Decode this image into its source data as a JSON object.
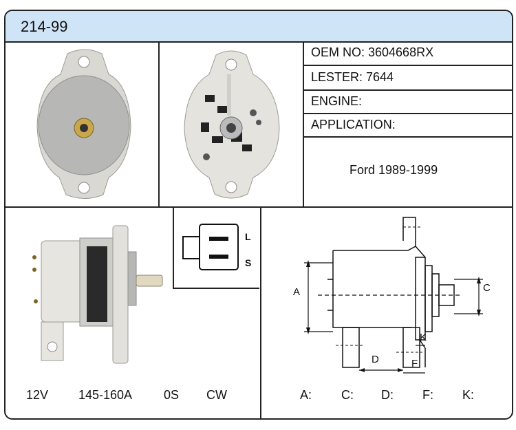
{
  "title": "214-99",
  "specs": {
    "oem": "OEM NO: 3604668RX",
    "lester": "LESTER: 7644",
    "engine": "ENGINE:",
    "application": "APPLICATION:",
    "application_value": "Ford 1989-1999"
  },
  "ratings": {
    "voltage": "12V",
    "amperage": "145-160A",
    "clock": "0S",
    "rotation": "CW"
  },
  "connector": {
    "l": "L",
    "s": "S"
  },
  "diagram": {
    "a": "A",
    "c": "C",
    "d": "D",
    "f": "F",
    "k": "K"
  },
  "dimensions": {
    "a": "A:",
    "c": "C:",
    "d": "D:",
    "f": "F:",
    "k": "K:"
  },
  "colors": {
    "header": "#cfe4f7",
    "housing": "#b9bab7",
    "bracket": "#e2e1dc"
  }
}
